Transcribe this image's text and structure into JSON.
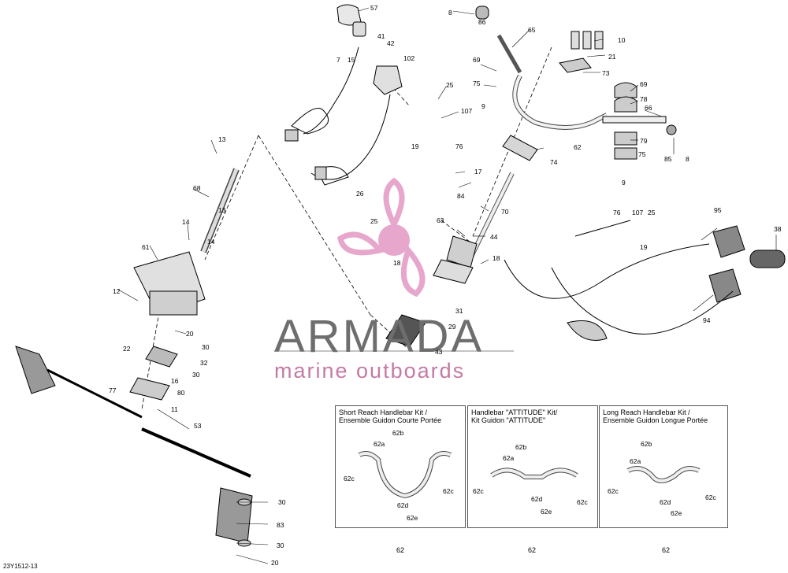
{
  "diagram_code": "23Y1512-13",
  "watermark": {
    "name": "ARMADA",
    "subtitle": "marine outboards",
    "logo_color": "#e7a6cb"
  },
  "kits": {
    "short": {
      "title_line1": "Short Reach Handlebar Kit /",
      "title_line2": "Ensemble Guidon Courte Portée",
      "part": "62",
      "labels": [
        "62b",
        "62a",
        "62c",
        "62c",
        "62d",
        "62e"
      ]
    },
    "attitude": {
      "title_line1": "Handlebar \"ATTITUDE\" Kit/",
      "title_line2": "Kit Guidon \"ATTITUDE\"",
      "part": "62",
      "labels": [
        "62b",
        "62a",
        "62c",
        "62c",
        "62d",
        "62e"
      ]
    },
    "long": {
      "title_line1": "Long Reach Handlebar Kit /",
      "title_line2": "Ensemble Guidon Longue Portée",
      "part": "62",
      "labels": [
        "62b",
        "62a",
        "62c",
        "62c",
        "62d",
        "62e"
      ]
    }
  },
  "callouts": [
    "57",
    "8",
    "86",
    "65",
    "41",
    "42",
    "7",
    "15",
    "102",
    "10",
    "21",
    "73",
    "69",
    "75",
    "9",
    "25",
    "107",
    "19",
    "76",
    "17",
    "84",
    "26",
    "25",
    "70",
    "74",
    "62",
    "63",
    "44",
    "18",
    "18",
    "31",
    "29",
    "43",
    "69",
    "78",
    "66",
    "79",
    "75",
    "85",
    "8",
    "9",
    "13",
    "68",
    "14",
    "13",
    "14",
    "61",
    "12",
    "20",
    "30",
    "22",
    "32",
    "30",
    "16",
    "80",
    "77",
    "11",
    "53",
    "30",
    "83",
    "30",
    "20",
    "95",
    "38",
    "76",
    "107",
    "25",
    "19",
    "94"
  ]
}
